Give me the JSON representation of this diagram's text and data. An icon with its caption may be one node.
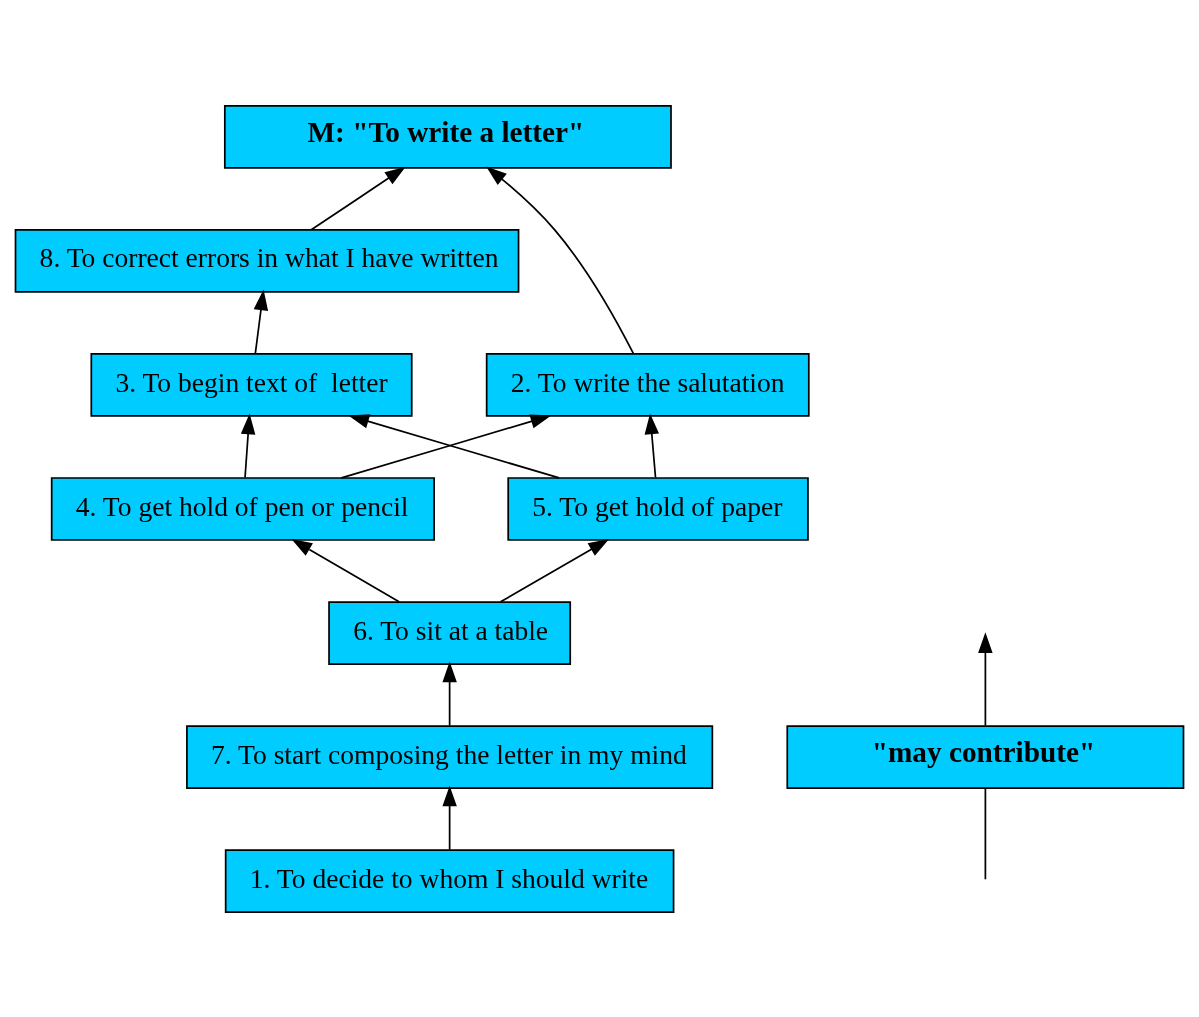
{
  "diagram": {
    "nodes": [
      {
        "text": [
          "M: \"To write a letter\""
        ]
      },
      {
        "text": [
          "8. To correct errors in what I have written"
        ]
      },
      {
        "text": [
          "2. To write the salutation"
        ]
      },
      {
        "text": [
          "3. To begin text of  letter"
        ]
      },
      {
        "text": [
          "\"may contribute\""
        ]
      },
      {
        "text": [
          "4. To get hold of pen or pencil"
        ]
      },
      {
        "text": [
          "5. To get hold of paper"
        ]
      },
      {
        "text": [
          "6. To sit at a table"
        ]
      },
      {
        "text": [
          "7. To start composing the letter in my mind"
        ]
      },
      {
        "text": [
          "1. To decide to whom I should write"
        ]
      }
    ],
    "edges": [
      {
        "from": 2,
        "to": 0,
        "arrow": "to"
      },
      {
        "from": 1,
        "to": 0,
        "arrow": "to"
      },
      {
        "from": 3,
        "to": 1,
        "arrow": "to"
      },
      {
        "from": null,
        "to": 4,
        "arrow": "none"
      },
      {
        "from": 4,
        "to": null,
        "arrow": "to"
      },
      {
        "from": 5,
        "to": 2,
        "arrow": "to"
      },
      {
        "from": 5,
        "to": 3,
        "arrow": "to"
      },
      {
        "from": 6,
        "to": 3,
        "arrow": "to"
      },
      {
        "from": 6,
        "to": 2,
        "arrow": "to"
      },
      {
        "from": 7,
        "to": 5,
        "arrow": "to"
      },
      {
        "from": 7,
        "to": 6,
        "arrow": "to"
      },
      {
        "from": 8,
        "to": 7,
        "arrow": "to"
      },
      {
        "from": 9,
        "to": 8,
        "arrow": "to"
      }
    ]
  }
}
